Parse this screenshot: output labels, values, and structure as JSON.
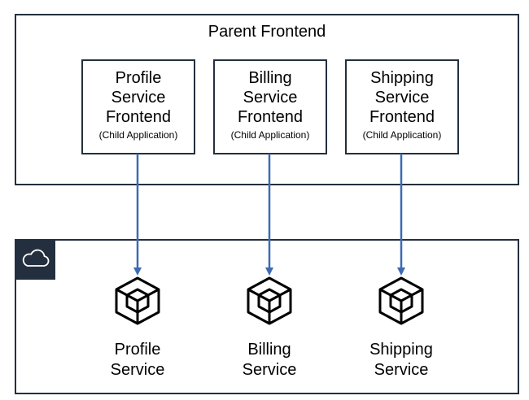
{
  "parent": {
    "title": "Parent Frontend"
  },
  "children": [
    {
      "title_lines": [
        "Profile",
        "Service",
        "Frontend"
      ],
      "subtitle": "(Child Application)"
    },
    {
      "title_lines": [
        "Billing",
        "Service",
        "Frontend"
      ],
      "subtitle": "(Child Application)"
    },
    {
      "title_lines": [
        "Shipping",
        "Service",
        "Frontend"
      ],
      "subtitle": "(Child Application)"
    }
  ],
  "cloud": {
    "icon": "cloud-icon"
  },
  "services": [
    {
      "label_lines": [
        "Profile",
        "Service"
      ],
      "icon": "cube-icon"
    },
    {
      "label_lines": [
        "Billing",
        "Service"
      ],
      "icon": "cube-icon"
    },
    {
      "label_lines": [
        "Shipping",
        "Service"
      ],
      "icon": "cube-icon"
    }
  ],
  "colors": {
    "border": "#232f3e",
    "arrow": "#3d6bb3",
    "badge": "#232f3e"
  }
}
